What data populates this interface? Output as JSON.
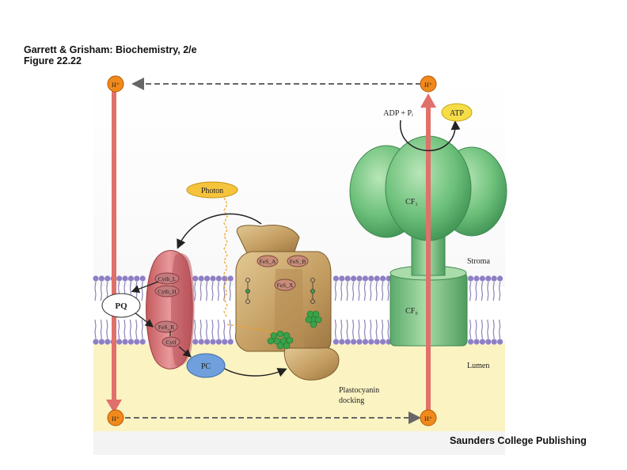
{
  "header": {
    "title": "Garrett & Grisham: Biochemistry, 2/e",
    "figure": "Figure 22.22"
  },
  "publisher": "Saunders College Publishing",
  "labels": {
    "proton": "H⁺",
    "adp": "ADP + Pᵢ",
    "atp": "ATP",
    "photon": "Photon",
    "cf1": "CF₁",
    "cf0": "CF₀",
    "stroma": "Stroma",
    "lumen": "Lumen",
    "pq": "PQ",
    "pc": "PC",
    "cytbl": "Cytb_L",
    "cytbh": "Cytb_H",
    "fesr": "FeS_R",
    "cytf": "Cytf",
    "fesa": "FeS_A",
    "fesb": "FeS_B",
    "fesx": "FeS_X",
    "docking1": "Plastocyanin",
    "docking2": "docking"
  },
  "colors": {
    "proton_fill": "#f08a1c",
    "red_arrow": "#e0706a",
    "atp_synthase": "#6cc07a",
    "cytochrome": "#d9777a",
    "psi": "#c7a46a",
    "membrane_head": "#8e7fc4",
    "lumen": "#fbf3c2",
    "pc": "#6f9fdc",
    "photon": "#f6c33c"
  }
}
